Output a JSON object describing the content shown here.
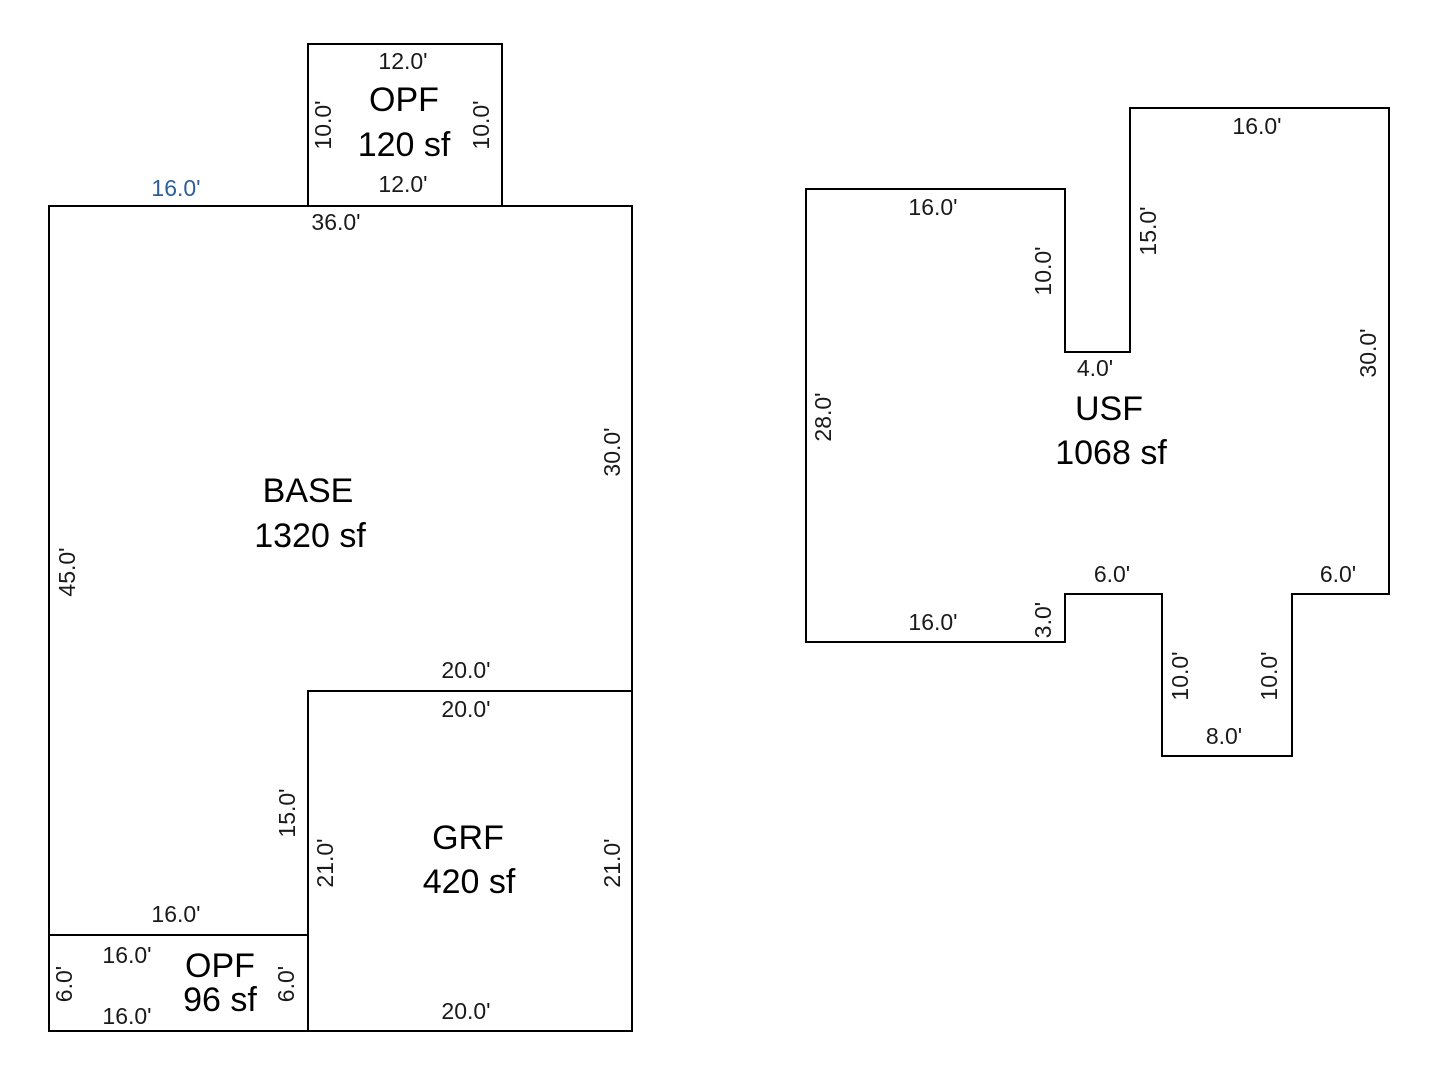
{
  "colors": {
    "line": "#000000",
    "text": "#1a1a1a",
    "highlight_dimension": "#2f5f9a",
    "background": "#ffffff"
  },
  "areas": {
    "opf_top": {
      "code": "OPF",
      "size": "120 sf"
    },
    "base": {
      "code": "BASE",
      "size": "1320 sf"
    },
    "grf": {
      "code": "GRF",
      "size": "420 sf"
    },
    "opf_bottom": {
      "code": "OPF",
      "size": "96 sf"
    },
    "usf": {
      "code": "USF",
      "size": "1068 sf"
    }
  },
  "dimensions": {
    "opf_top": {
      "top": "12.0'",
      "bottom": "12.0'",
      "left": "10.0'",
      "right": "10.0'"
    },
    "base": {
      "top_left_segment": "16.0'",
      "top": "36.0'",
      "right": "30.0'",
      "left": "45.0'",
      "step_top": "20.0'",
      "step_side": "15.0'",
      "bottom_left": "16.0'"
    },
    "grf": {
      "top": "20.0'",
      "bottom": "20.0'",
      "left": "21.0'",
      "right": "21.0'"
    },
    "opf_bottom": {
      "top": "16.0'",
      "bottom": "16.0'",
      "left": "6.0'",
      "right": "6.0'"
    },
    "usf": {
      "top_left": "16.0'",
      "notch_left": "10.0'",
      "notch_bottom": "4.0'",
      "notch_right": "15.0'",
      "top_right": "16.0'",
      "right": "30.0'",
      "left": "28.0'",
      "bottom_left": "16.0'",
      "step_small": "3.0'",
      "mid_ledge": "6.0'",
      "right_ledge": "6.0'",
      "tab_left": "10.0'",
      "tab_right": "10.0'",
      "tab_bottom": "8.0'"
    }
  }
}
